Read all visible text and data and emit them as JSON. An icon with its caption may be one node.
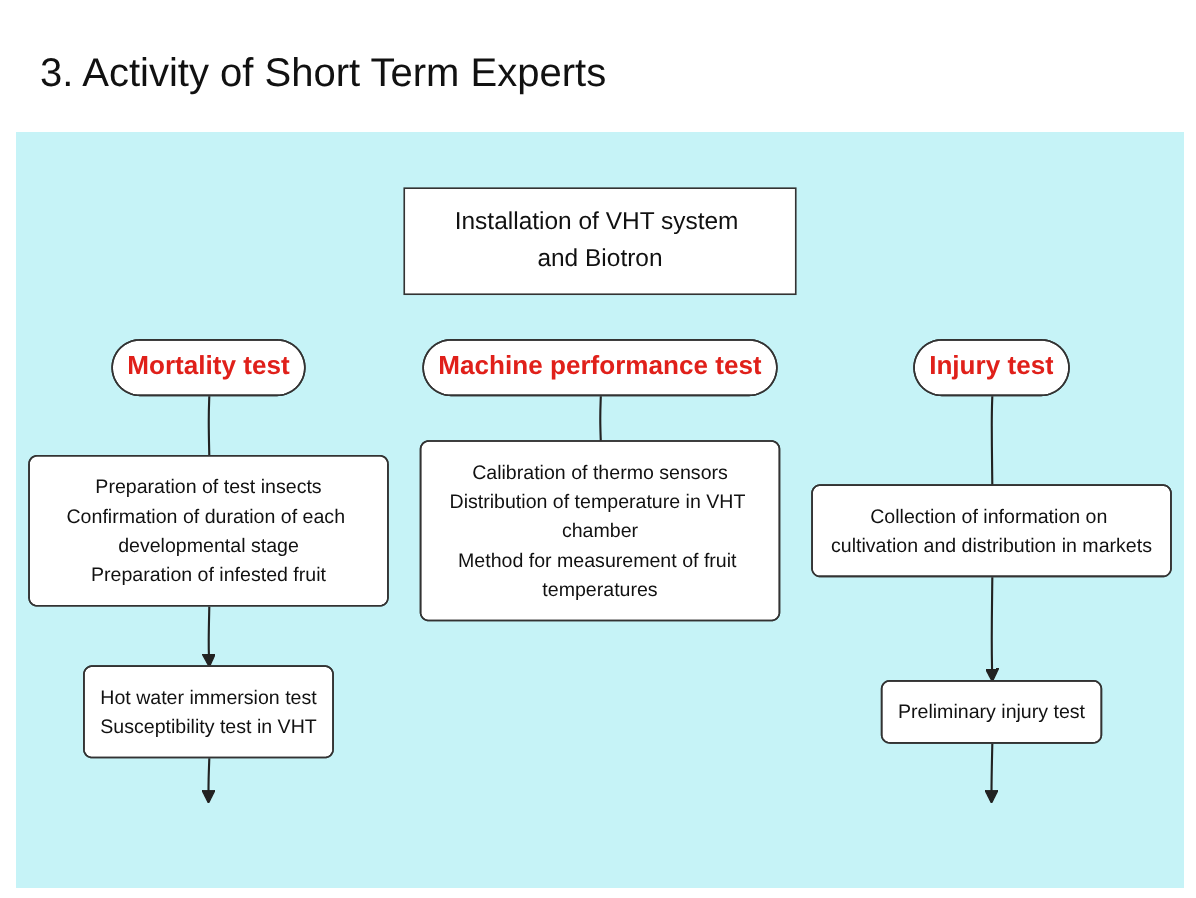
{
  "diagram": {
    "title": "3. Activity of Short Term Experts",
    "nodes": [
      {
        "text": [
          "Installation of VHT system and Biotron"
        ]
      },
      {
        "text": [
          "Mortality test"
        ]
      },
      {
        "text": [
          "Machine performance test"
        ]
      },
      {
        "text": [
          "Injury test"
        ]
      },
      {
        "text": [
          "Preparation of test insects",
          "Confirmation of duration of each developmental stage",
          "Preparation of infested fruit"
        ]
      },
      {
        "text": [
          "Calibration of thermo sensors",
          "Distribution of temperature in VHT chamber",
          "Method for measurement of fruit temperatures"
        ]
      },
      {
        "text": [
          "Collection of information on cultivation and distribution in markets"
        ]
      },
      {
        "text": [
          "Hot water immersion test",
          "Susceptibility test in VHT"
        ]
      },
      {
        "text": [
          "Preliminary injury test"
        ]
      }
    ],
    "edges": [
      {
        "from": 1,
        "to": 4,
        "arrow": "none"
      },
      {
        "from": 2,
        "to": 5,
        "arrow": "none"
      },
      {
        "from": 3,
        "to": 6,
        "arrow": "none"
      },
      {
        "from": 4,
        "to": 7,
        "arrow": "to"
      },
      {
        "from": 6,
        "to": 8,
        "arrow": "to"
      },
      {
        "from": 7,
        "to": null,
        "arrow": "to"
      },
      {
        "from": 8,
        "to": null,
        "arrow": "to"
      }
    ]
  }
}
